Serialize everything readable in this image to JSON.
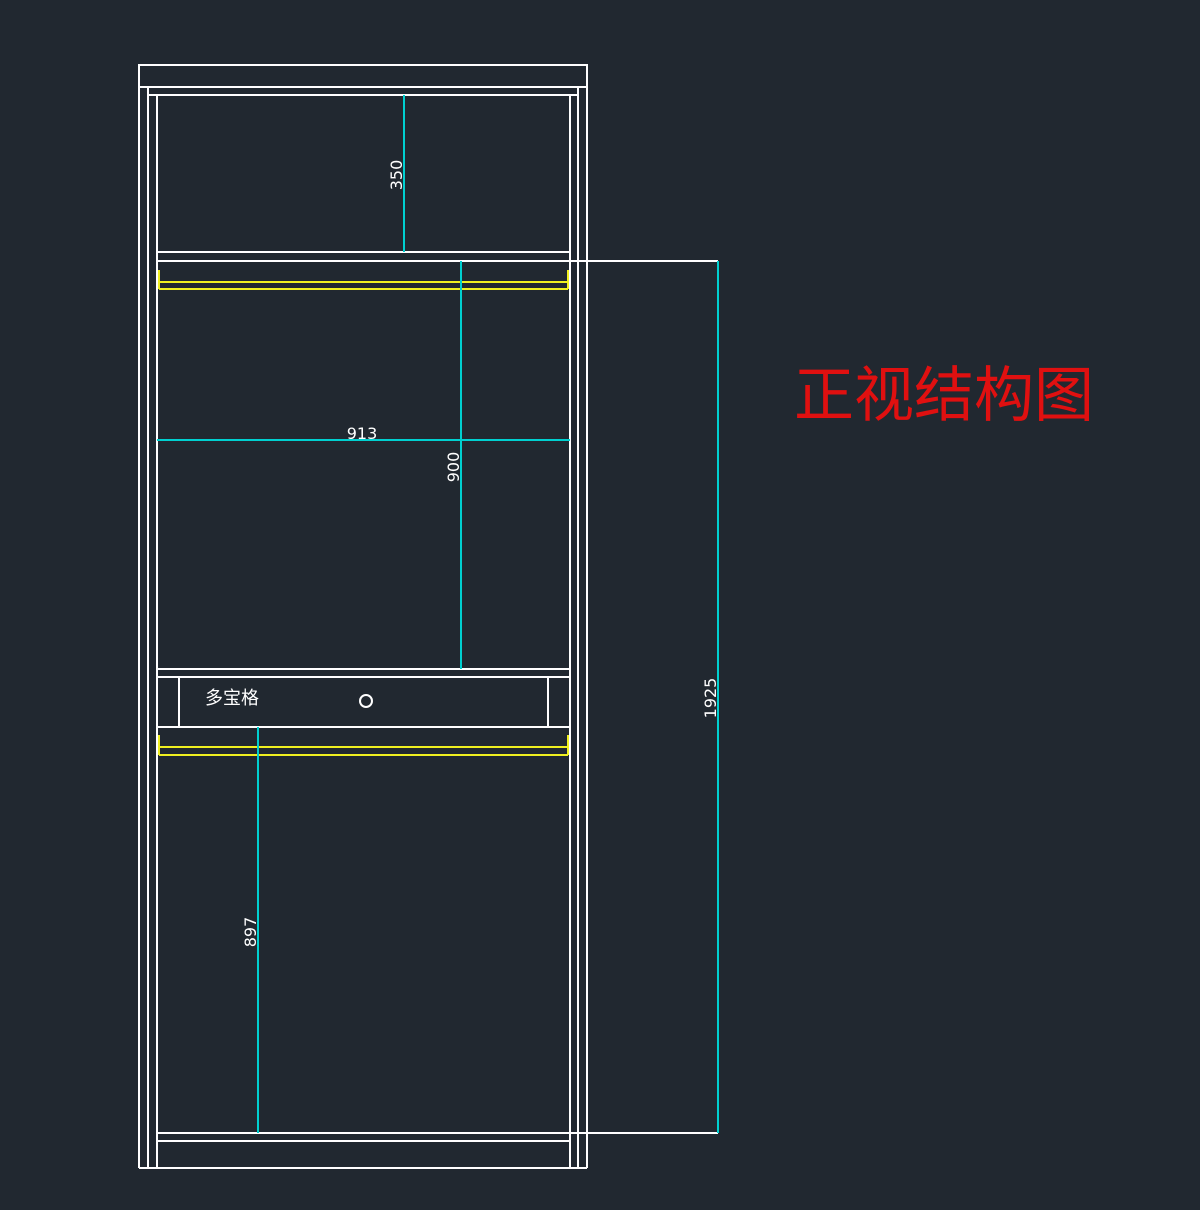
{
  "title": "正视结构图",
  "compartment_label": "多宝格",
  "dimensions": {
    "top_height": "350",
    "inner_width": "913",
    "upper_hang_height": "900",
    "lower_hang_height": "897",
    "overall_height": "1925"
  },
  "colors": {
    "background": "#212830",
    "outline": "#ffffff",
    "dimension": "#00d0d0",
    "hanging_rod": "#f0f020",
    "title": "#e01010"
  }
}
